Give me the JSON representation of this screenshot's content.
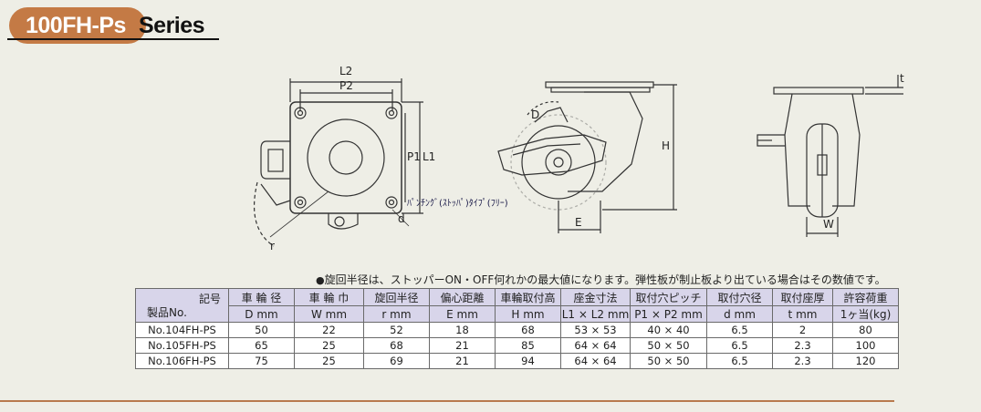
{
  "header": {
    "model_text": "100FH-Ps",
    "series_text": "Series",
    "pill_color": "#c47a45"
  },
  "drawing_labels": {
    "L2": "L2",
    "P2": "P2",
    "P1": "P1",
    "L1": "L1",
    "d": "d",
    "r": "r",
    "D": "D",
    "H": "H",
    "E": "E",
    "W": "W",
    "t": "t",
    "watermark": "ﾊﾟﾝﾁﾝｸﾞ(ｽﾄｯﾊﾟ)ﾀｲﾌﾟ(ﾌﾘｰ)"
  },
  "note": {
    "bullet": "●",
    "text": "旋回半径は、ストッパーON・OFF何れかの最大値になります。弾性板が制止板より出ている場合はその数値です。"
  },
  "table": {
    "corner_top": "記号",
    "corner_bottom": "製品No.",
    "headers": [
      {
        "top": "車 輪 径",
        "bottom": "D mm"
      },
      {
        "top": "車 輪 巾",
        "bottom": "W mm"
      },
      {
        "top": "旋回半径",
        "bottom": "r mm"
      },
      {
        "top": "偏心距離",
        "bottom": "E mm"
      },
      {
        "top": "車輪取付高",
        "bottom": "H mm"
      },
      {
        "top": "座金寸法",
        "bottom": "L1 × L2 mm"
      },
      {
        "top": "取付穴ピッチ",
        "bottom": "P1 × P2 mm"
      },
      {
        "top": "取付穴径",
        "bottom": "d mm"
      },
      {
        "top": "取付座厚",
        "bottom": "t mm"
      },
      {
        "top": "許容荷重",
        "bottom": "1ヶ当(kg)"
      }
    ],
    "rows": [
      {
        "no": "No.104FH-PS",
        "cells": [
          "50",
          "22",
          "52",
          "18",
          "68",
          "53 × 53",
          "40 × 40",
          "6.5",
          "2",
          "80"
        ]
      },
      {
        "no": "No.105FH-PS",
        "cells": [
          "65",
          "25",
          "68",
          "21",
          "85",
          "64 × 64",
          "50 × 50",
          "6.5",
          "2.3",
          "100"
        ]
      },
      {
        "no": "No.106FH-PS",
        "cells": [
          "75",
          "25",
          "69",
          "21",
          "94",
          "64 × 64",
          "50 × 50",
          "6.5",
          "2.3",
          "120"
        ]
      }
    ]
  }
}
